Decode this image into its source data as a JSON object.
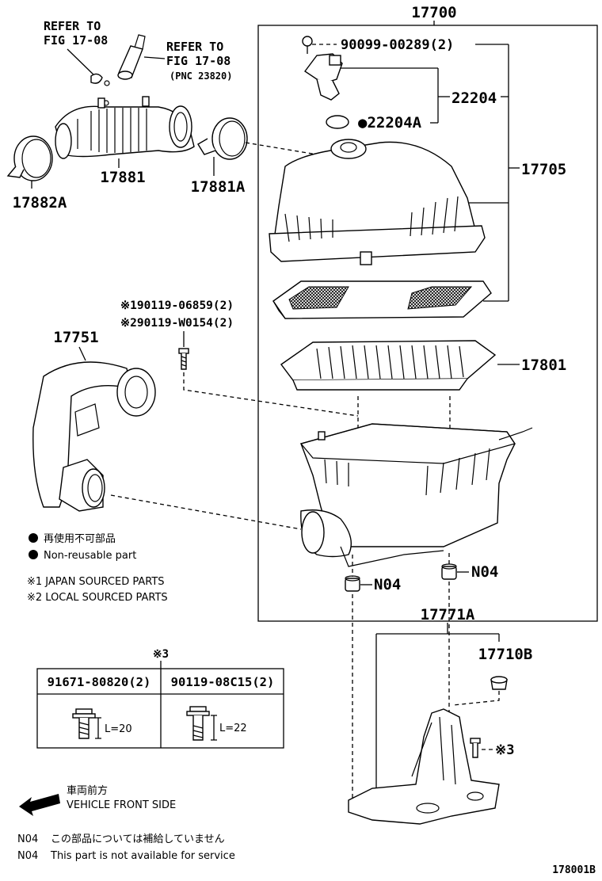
{
  "assembly_number": "17700",
  "labels": {
    "p90099": "90099-00289(2)",
    "p22204": "22204",
    "p22204a": "●22204A",
    "p17705": "17705",
    "p17801": "17801",
    "p17881": "17881",
    "p17881a": "17881A",
    "p17882a": "17882A",
    "p17751": "17751",
    "bolt1": "※190119-06859(2)",
    "bolt2": "※290119-W0154(2)",
    "n04_left": "N04",
    "n04_right": "N04",
    "p17771a": "17771A",
    "p17710b": "17710B",
    "note3_marker": "※3",
    "bracket_bolt_marker": "※3"
  },
  "refer": {
    "left_line1": "REFER TO",
    "left_line2": "FIG 17-08",
    "right_line1": "REFER TO",
    "right_line2": "FIG 17-08",
    "right_pnc": "(PNC 23820)"
  },
  "legend": {
    "nonreusable_jp": "再使用不可部品",
    "nonreusable_en": "Non-reusable part",
    "note1": "※1 JAPAN SOURCED PARTS",
    "note2": "※2 LOCAL SOURCED PARTS"
  },
  "bolt_table": {
    "col1_header": "91671-80820(2)",
    "col2_header": "90119-08C15(2)",
    "col1_length": "L=20",
    "col2_length": "L=22"
  },
  "front": {
    "jp": "車両前方",
    "en": "VEHICLE FRONT SIDE"
  },
  "footnote": {
    "code1": "N04",
    "jp": "この部品については補給していません",
    "code2": "N04",
    "en": "This part is not available for service"
  },
  "figure_id": "178001B"
}
